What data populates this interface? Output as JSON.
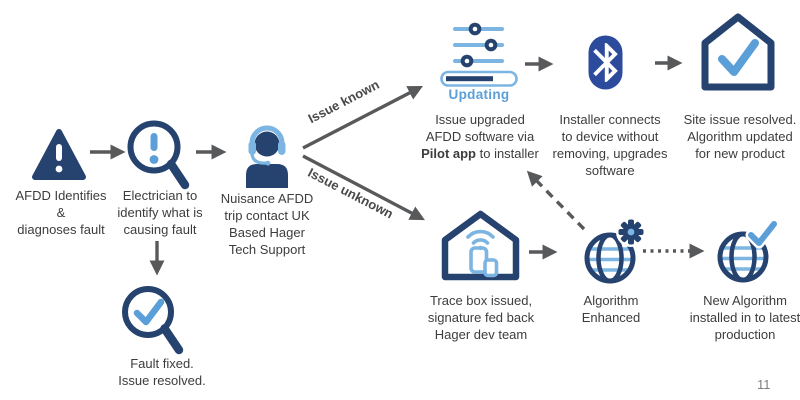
{
  "page": {
    "number": "11"
  },
  "colors": {
    "navy": "#26426f",
    "accent_blue": "#5b9fd8",
    "light_blue": "#7cb5e2",
    "bluetooth_blue": "#2d4b9c",
    "arrow_gray": "#58595b",
    "text_gray": "#3d3d3d"
  },
  "flow": {
    "afdd": {
      "icon": "warning-triangle-icon",
      "caption": "AFDD Identifies\n&\ndiagnoses fault"
    },
    "electrician": {
      "icon": "magnifier-exclamation-icon",
      "caption": "Electrician to\nidentify what is\ncausing fault"
    },
    "support": {
      "icon": "support-agent-headset-icon",
      "caption": "Nuisance AFDD\ntrip contact UK\nBased Hager\nTech Support"
    },
    "fault_fixed": {
      "icon": "magnifier-check-icon",
      "caption": "Fault fixed.\nIssue resolved."
    },
    "branch_labels": {
      "known": "Issue known",
      "unknown": "Issue unknown"
    },
    "updating": {
      "icon": "sliders-progress-icon",
      "status": "Updating",
      "caption_top": "Issue upgraded\nAFDD software via\n",
      "caption_bold": "Pilot app",
      "caption_rest": " to installer"
    },
    "installer": {
      "icon": "bluetooth-icon",
      "caption": "Installer connects\nto device without\nremoving, upgrades\nsoftware"
    },
    "site_resolved": {
      "icon": "house-check-icon",
      "caption": "Site issue resolved.\nAlgorithm updated\nfor new product"
    },
    "trace_box": {
      "icon": "house-trace-device-icon",
      "caption": "Trace box issued,\nsignature fed back\nHager dev team"
    },
    "algorithm_enhanced": {
      "icon": "globe-gear-icon",
      "caption": "Algorithm\nEnhanced"
    },
    "new_algorithm": {
      "icon": "globe-check-icon",
      "caption": "New Algorithm\ninstalled in to latest\nproduction"
    }
  }
}
